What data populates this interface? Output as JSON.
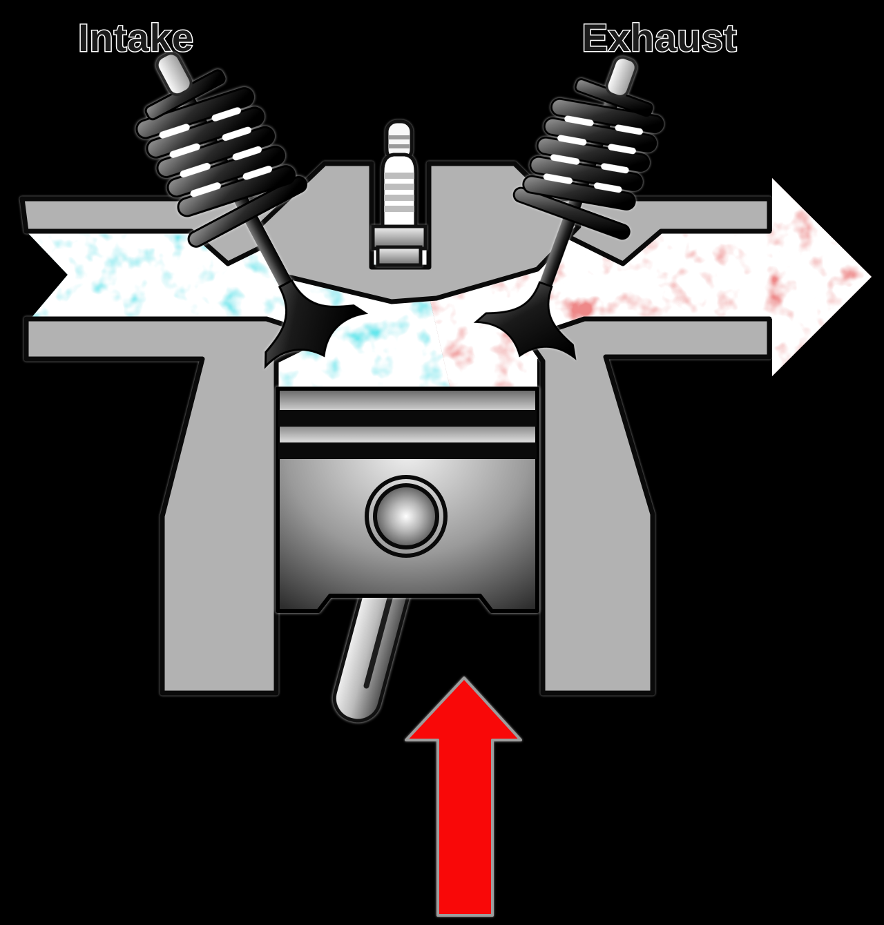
{
  "labels": {
    "intake": "Intake",
    "exhaust": "Exhaust"
  },
  "colors": {
    "background": "#000000",
    "metal_gray": "#b2b2b2",
    "outline_black": "#0a0a0a",
    "intake_flow_cyan": "#45e5ec",
    "exhaust_flow_pink": "#ee8888",
    "piston_motion_red": "#f90808",
    "label_text": "#1c1c1c"
  },
  "parts": [
    "intake-label",
    "exhaust-label",
    "intake-valve",
    "intake-valve-spring",
    "exhaust-valve",
    "exhaust-valve-spring",
    "spark-plug",
    "cylinder-head",
    "engine-block-left-wall",
    "engine-block-right-wall",
    "intake-port-flow-arrow",
    "exhaust-port-flow-arrow",
    "piston",
    "piston-rings",
    "wrist-pin",
    "connecting-rod",
    "piston-motion-up-arrow"
  ]
}
